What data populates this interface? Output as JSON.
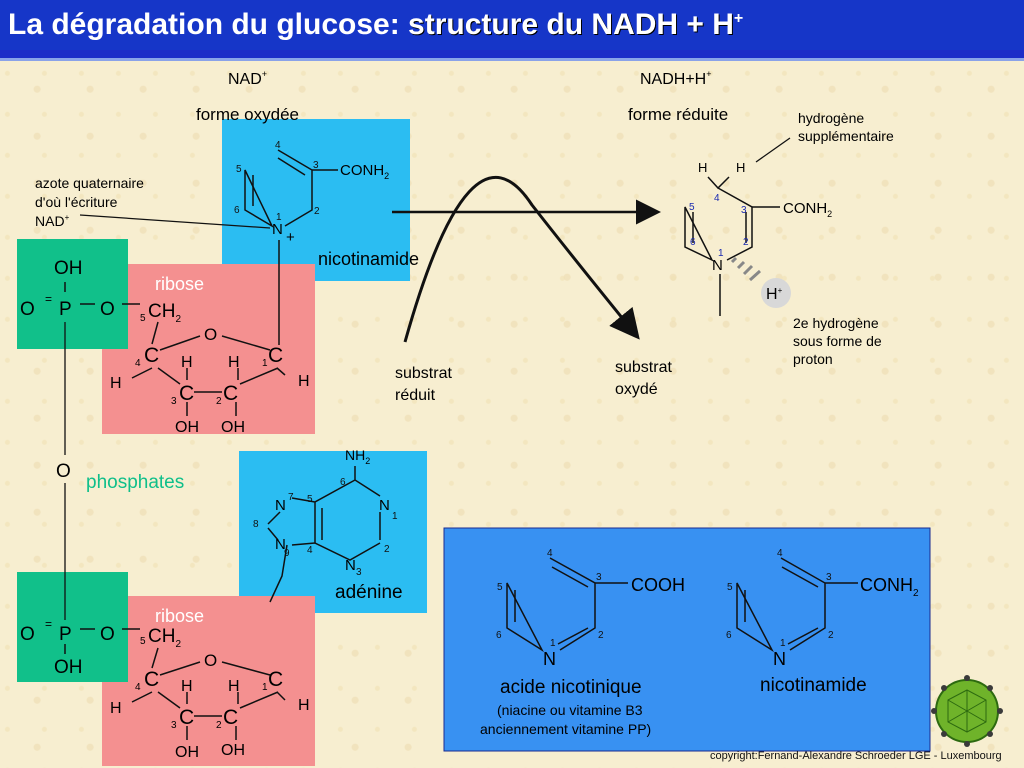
{
  "title": {
    "part1": "La dégradation du glucose: ",
    "part2": "structure du NADH + H",
    "sup": "+"
  },
  "nad": {
    "label": "NAD",
    "sup": "+",
    "form": "forme oxydée"
  },
  "nadh": {
    "label": "NADH+H",
    "sup": "+",
    "form": "forme réduite"
  },
  "annot": {
    "azote_line1": "azote quaternaire",
    "azote_line2": "d'où l'écriture",
    "azote_line3": "NAD",
    "azote_sup": "+",
    "hydrogene_line1": "hydrogène",
    "hydrogene_line2": "supplémentaire",
    "proton_line1": "2e hydrogène",
    "proton_line2": "sous forme de",
    "proton_line3": "proton",
    "substrat_reduit_1": "substrat",
    "substrat_reduit_2": "réduit",
    "substrat_oxyde_1": "substrat",
    "substrat_oxyde_2": "oxydé"
  },
  "labels": {
    "nicotinamide": "nicotinamide",
    "ribose_top": "ribose",
    "ribose_bottom": "ribose",
    "phosphates": "phosphates",
    "adenine": "adénine",
    "conh2": "CONH",
    "sub2": "2",
    "cooh": "COOH",
    "nplus": "+"
  },
  "atoms": {
    "N": "N",
    "C": "C",
    "H": "H",
    "O": "O",
    "P": "P",
    "OH": "OH",
    "HPlus": "H",
    "CH": "CH",
    "NH": "NH"
  },
  "ring_nums": {
    "n1": "1",
    "n2": "2",
    "n3": "3",
    "n4": "4",
    "n5": "5",
    "n6": "6",
    "n7": "7",
    "n8": "8",
    "n9": "9"
  },
  "box": {
    "acide_title": "acide nicotinique",
    "acide_sub1": "(niacine ou vitamine B3",
    "acide_sub2": "anciennement vitamine PP)",
    "nicotinamide_title": "nicotinamide"
  },
  "copyright": "copyright:Fernand-Alexandre Schroeder LGE - Luxembourg",
  "colors": {
    "title_bg": "#1636c8",
    "cyan": "#2bbdf2",
    "pink": "#f49090",
    "green": "#11c08a",
    "blue_box": "#3891f2"
  },
  "icons": {
    "logo": "virus-logo-icon"
  }
}
